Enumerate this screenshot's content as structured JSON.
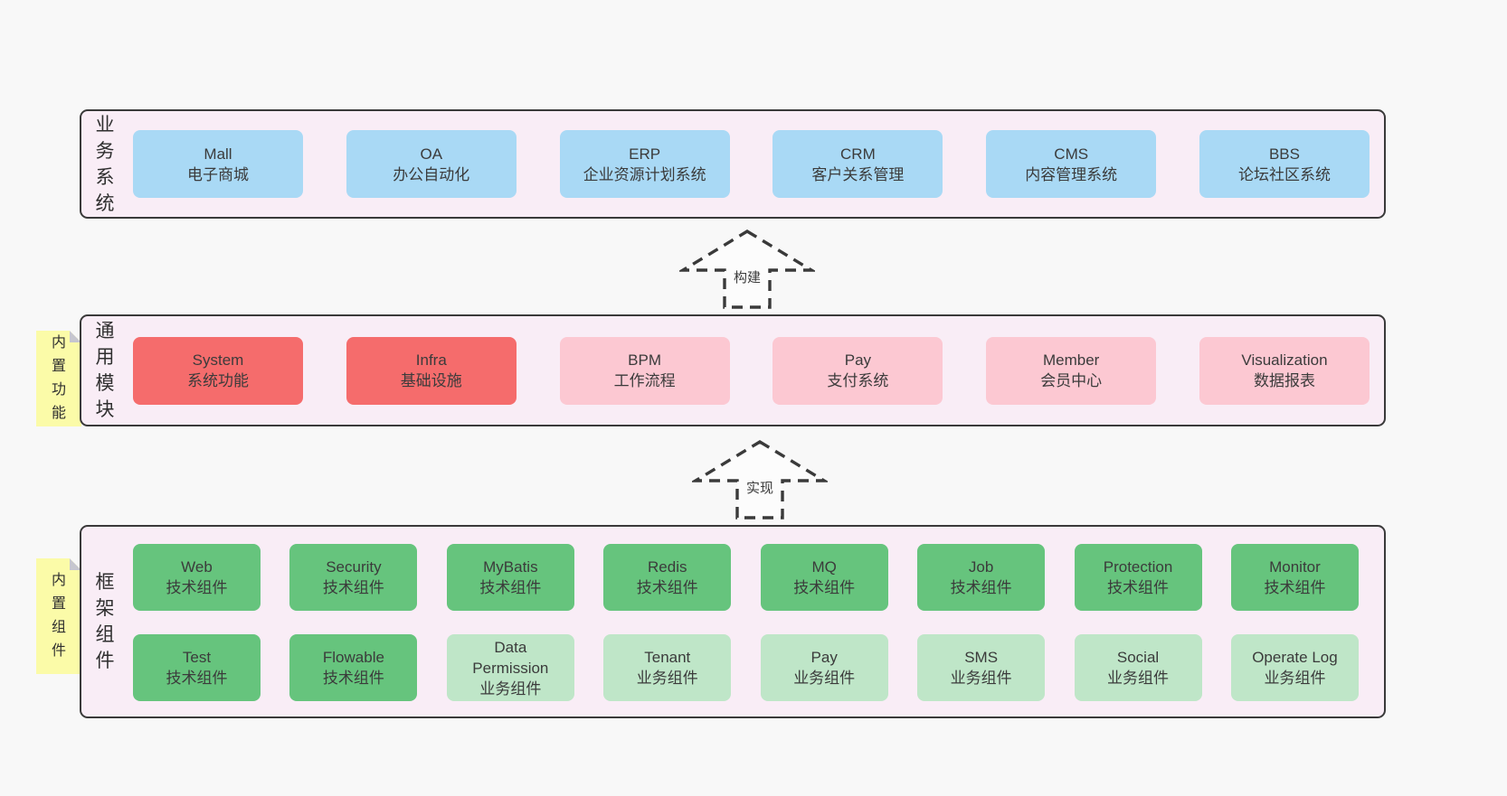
{
  "colors": {
    "page_bg": "#f8f8f8",
    "layer_bg": "#f9edf6",
    "layer_border": "#3a3a3a",
    "box_blue": "#a9d9f5",
    "box_red": "#f56c6c",
    "box_pink": "#fcc8d2",
    "box_green": "#66c47d",
    "box_lightgreen": "#bfe6c8",
    "sticky_yellow": "#fbfba8",
    "text": "#3b3b3b"
  },
  "arrows": [
    {
      "label": "构建"
    },
    {
      "label": "实现"
    }
  ],
  "layers": [
    {
      "label": "业务系统",
      "boxes": [
        {
          "title": "Mall",
          "subtitle": "电子商城"
        },
        {
          "title": "OA",
          "subtitle": "办公自动化"
        },
        {
          "title": "ERP",
          "subtitle": "企业资源计划系统"
        },
        {
          "title": "CRM",
          "subtitle": "客户关系管理"
        },
        {
          "title": "CMS",
          "subtitle": "内容管理系统"
        },
        {
          "title": "BBS",
          "subtitle": "论坛社区系统"
        }
      ]
    },
    {
      "label": "通用模块",
      "sticky": "内置功能",
      "boxes": [
        {
          "title": "System",
          "subtitle": "系统功能"
        },
        {
          "title": "Infra",
          "subtitle": "基础设施"
        },
        {
          "title": "BPM",
          "subtitle": "工作流程"
        },
        {
          "title": "Pay",
          "subtitle": "支付系统"
        },
        {
          "title": "Member",
          "subtitle": "会员中心"
        },
        {
          "title": "Visualization",
          "subtitle": "数据报表"
        }
      ]
    },
    {
      "label": "框架组件",
      "sticky": "内置组件",
      "rows": [
        [
          {
            "title": "Web",
            "subtitle": "技术组件"
          },
          {
            "title": "Security",
            "subtitle": "技术组件"
          },
          {
            "title": "MyBatis",
            "subtitle": "技术组件"
          },
          {
            "title": "Redis",
            "subtitle": "技术组件"
          },
          {
            "title": "MQ",
            "subtitle": "技术组件"
          },
          {
            "title": "Job",
            "subtitle": "技术组件"
          },
          {
            "title": "Protection",
            "subtitle": "技术组件"
          },
          {
            "title": "Monitor",
            "subtitle": "技术组件"
          }
        ],
        [
          {
            "title": "Test",
            "subtitle": "技术组件"
          },
          {
            "title": "Flowable",
            "subtitle": "技术组件"
          },
          {
            "title": "Data Permission",
            "subtitle": "业务组件"
          },
          {
            "title": "Tenant",
            "subtitle": "业务组件"
          },
          {
            "title": "Pay",
            "subtitle": "业务组件"
          },
          {
            "title": "SMS",
            "subtitle": "业务组件"
          },
          {
            "title": "Social",
            "subtitle": "业务组件"
          },
          {
            "title": "Operate Log",
            "subtitle": "业务组件"
          }
        ]
      ]
    }
  ]
}
